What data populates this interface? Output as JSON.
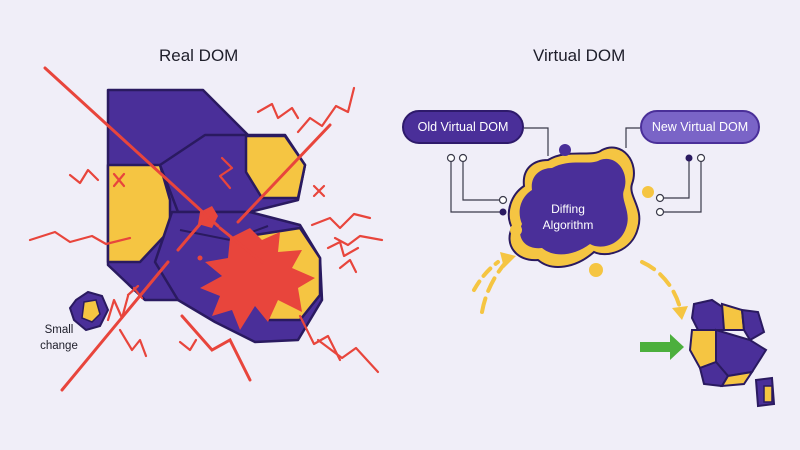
{
  "titles": {
    "real": "Real DOM",
    "virtual": "Virtual DOM"
  },
  "nodes": {
    "old_vdom": "Old Virtual DOM",
    "new_vdom": "New Virtual DOM",
    "diffing_line1": "Diffing",
    "diffing_line2": "Algorithm"
  },
  "labels": {
    "small_change_line1": "Small",
    "small_change_line2": "change"
  },
  "colors": {
    "purple": "#4a2f99",
    "light_purple": "#7a64c7",
    "yellow": "#f5c542",
    "red": "#e8453c",
    "green": "#4caf3d",
    "background": "#f0eef8"
  }
}
